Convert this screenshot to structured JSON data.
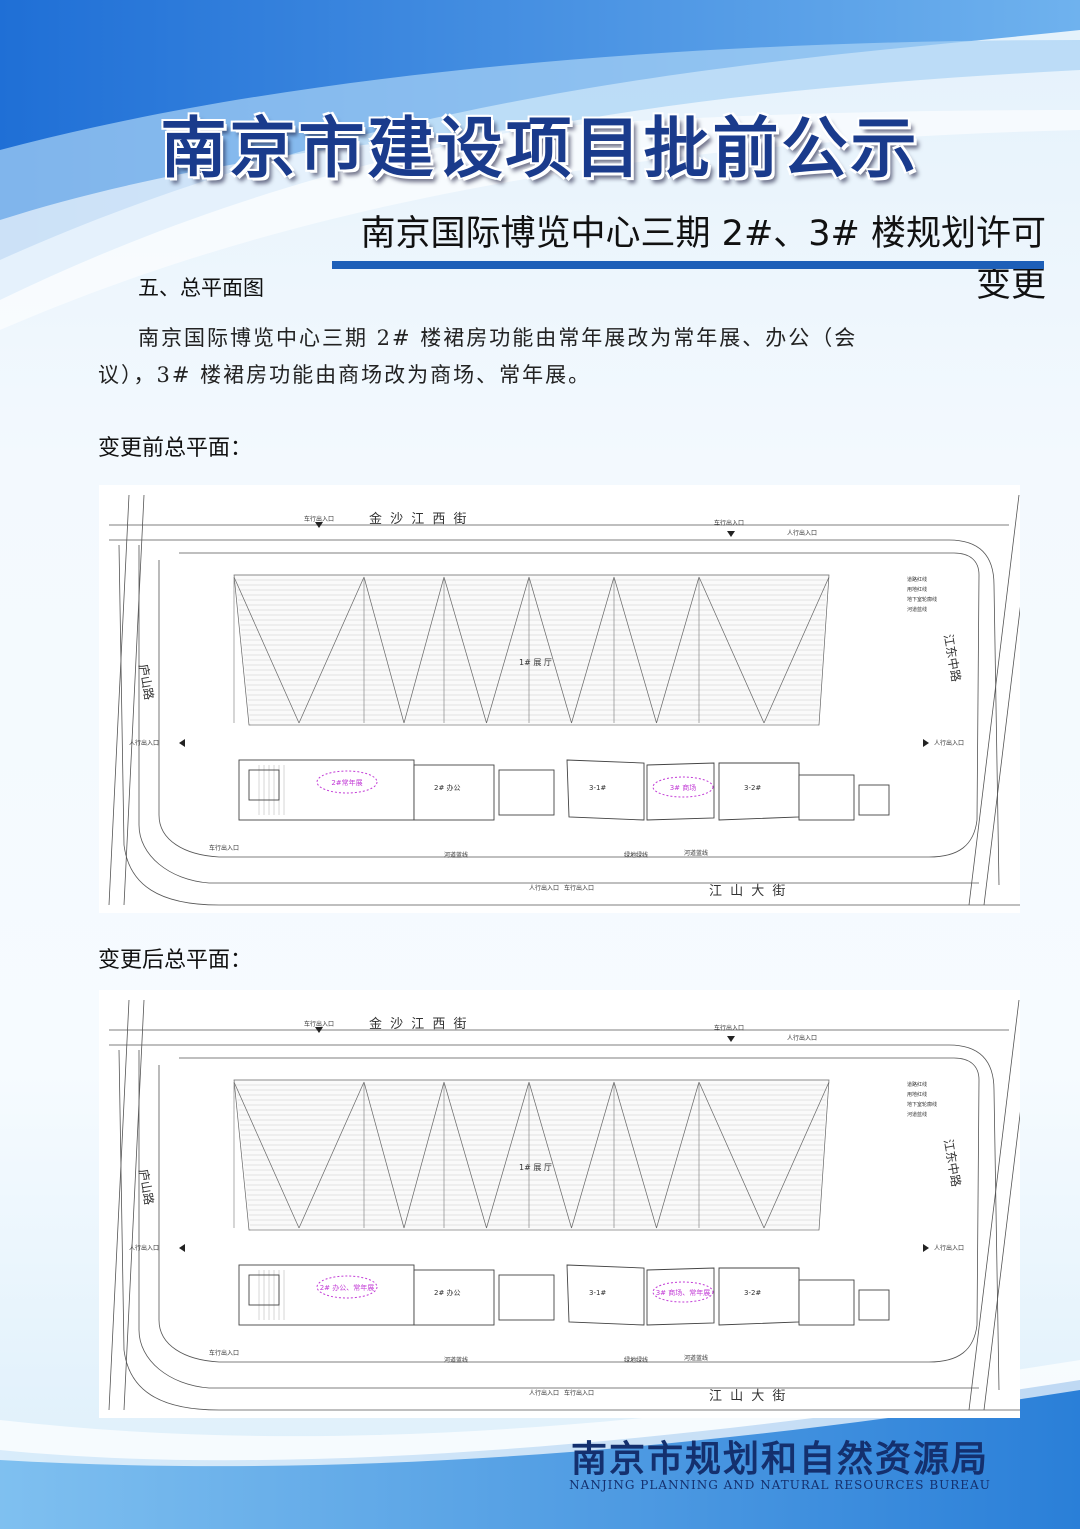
{
  "header": {
    "main_title": "南京市建设项目批前公示",
    "subtitle": "南京国际博览中心三期 2#、3# 楼规划许可变更"
  },
  "section": {
    "heading": "五、总平面图",
    "paragraph_line1": "南京国际博览中心三期 2# 楼裙房功能由常年展改为常年展、办公（会",
    "paragraph_line2": "议），3# 楼裙房功能由商场改为商场、常年展。"
  },
  "plans": [
    {
      "label": "变更前总平面：",
      "labels": {
        "road_north": "金 沙 江 西 街",
        "road_south": "江 山 大 街",
        "road_west": "庐山路",
        "road_east": "江东中路",
        "hall": "1# 展 厅",
        "building2_highlight": "2#常年展",
        "building2_office": "2# 办公",
        "building3_highlight": "3# 商场",
        "building3a": "3-1#",
        "building3b": "3-2#",
        "vehicle_in_north": "车行出入口",
        "vehicle_in_ne": "车行出入口",
        "pedestrian_ne": "人行出入口",
        "pedestrian_e": "人行出入口",
        "pedestrian_w": "人行出入口",
        "pedestrian_s": "人行出入口",
        "vehicle_w": "车行出入口",
        "vehicle_s": "车行出入口",
        "river_line1": "河道蓝线",
        "river_line2": "河道蓝线",
        "green_line": "绿地绿线",
        "legend_1": "道路红线",
        "legend_2": "用地红线",
        "legend_3": "地下室轮廓线",
        "legend_4": "河道蓝线"
      }
    },
    {
      "label": "变更后总平面：",
      "labels": {
        "road_north": "金 沙 江 西 街",
        "road_south": "江 山 大 街",
        "road_west": "庐山路",
        "road_east": "江东中路",
        "hall": "1# 展 厅",
        "building2_highlight": "2# 办公、常年展",
        "building2_office": "2# 办公",
        "building3_highlight": "3# 商场、常年展",
        "building3a": "3-1#",
        "building3b": "3-2#",
        "vehicle_in_north": "车行出入口",
        "vehicle_in_ne": "车行出入口",
        "pedestrian_ne": "人行出入口",
        "pedestrian_e": "人行出入口",
        "pedestrian_w": "人行出入口",
        "pedestrian_s": "人行出入口",
        "vehicle_w": "车行出入口",
        "vehicle_s": "车行出入口",
        "river_line1": "河道蓝线",
        "river_line2": "河道蓝线",
        "green_line": "绿地绿线",
        "legend_1": "道路红线",
        "legend_2": "用地红线",
        "legend_3": "地下室轮廓线",
        "legend_4": "河道蓝线"
      }
    }
  ],
  "footer": {
    "org_cn": "南京市规划和自然资源局",
    "org_en": "NANJING PLANNING AND NATURAL RESOURCES BUREAU"
  },
  "colors": {
    "title": "#1a3b8c",
    "accent_bar": "#1d5fb8",
    "highlight": "#c23bd6"
  }
}
